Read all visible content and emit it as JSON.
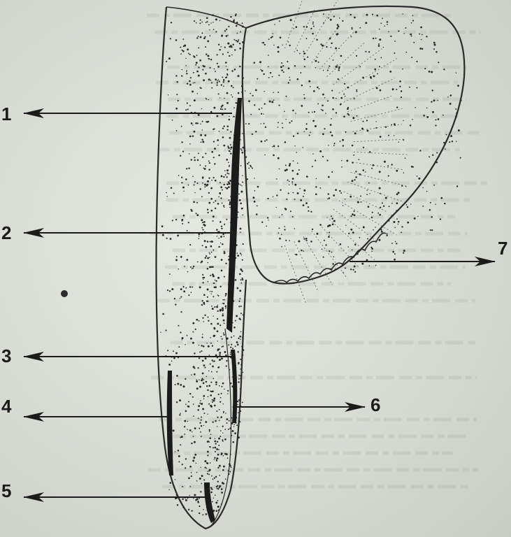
{
  "labels": {
    "l1": "1",
    "l2": "2",
    "l3": "3",
    "l4": "4",
    "l5": "5",
    "l6": "6",
    "l7": "7"
  },
  "colors": {
    "ink": "#1b1b1b",
    "paper": "#d7dbd4",
    "outline": "#2a2a2a"
  }
}
